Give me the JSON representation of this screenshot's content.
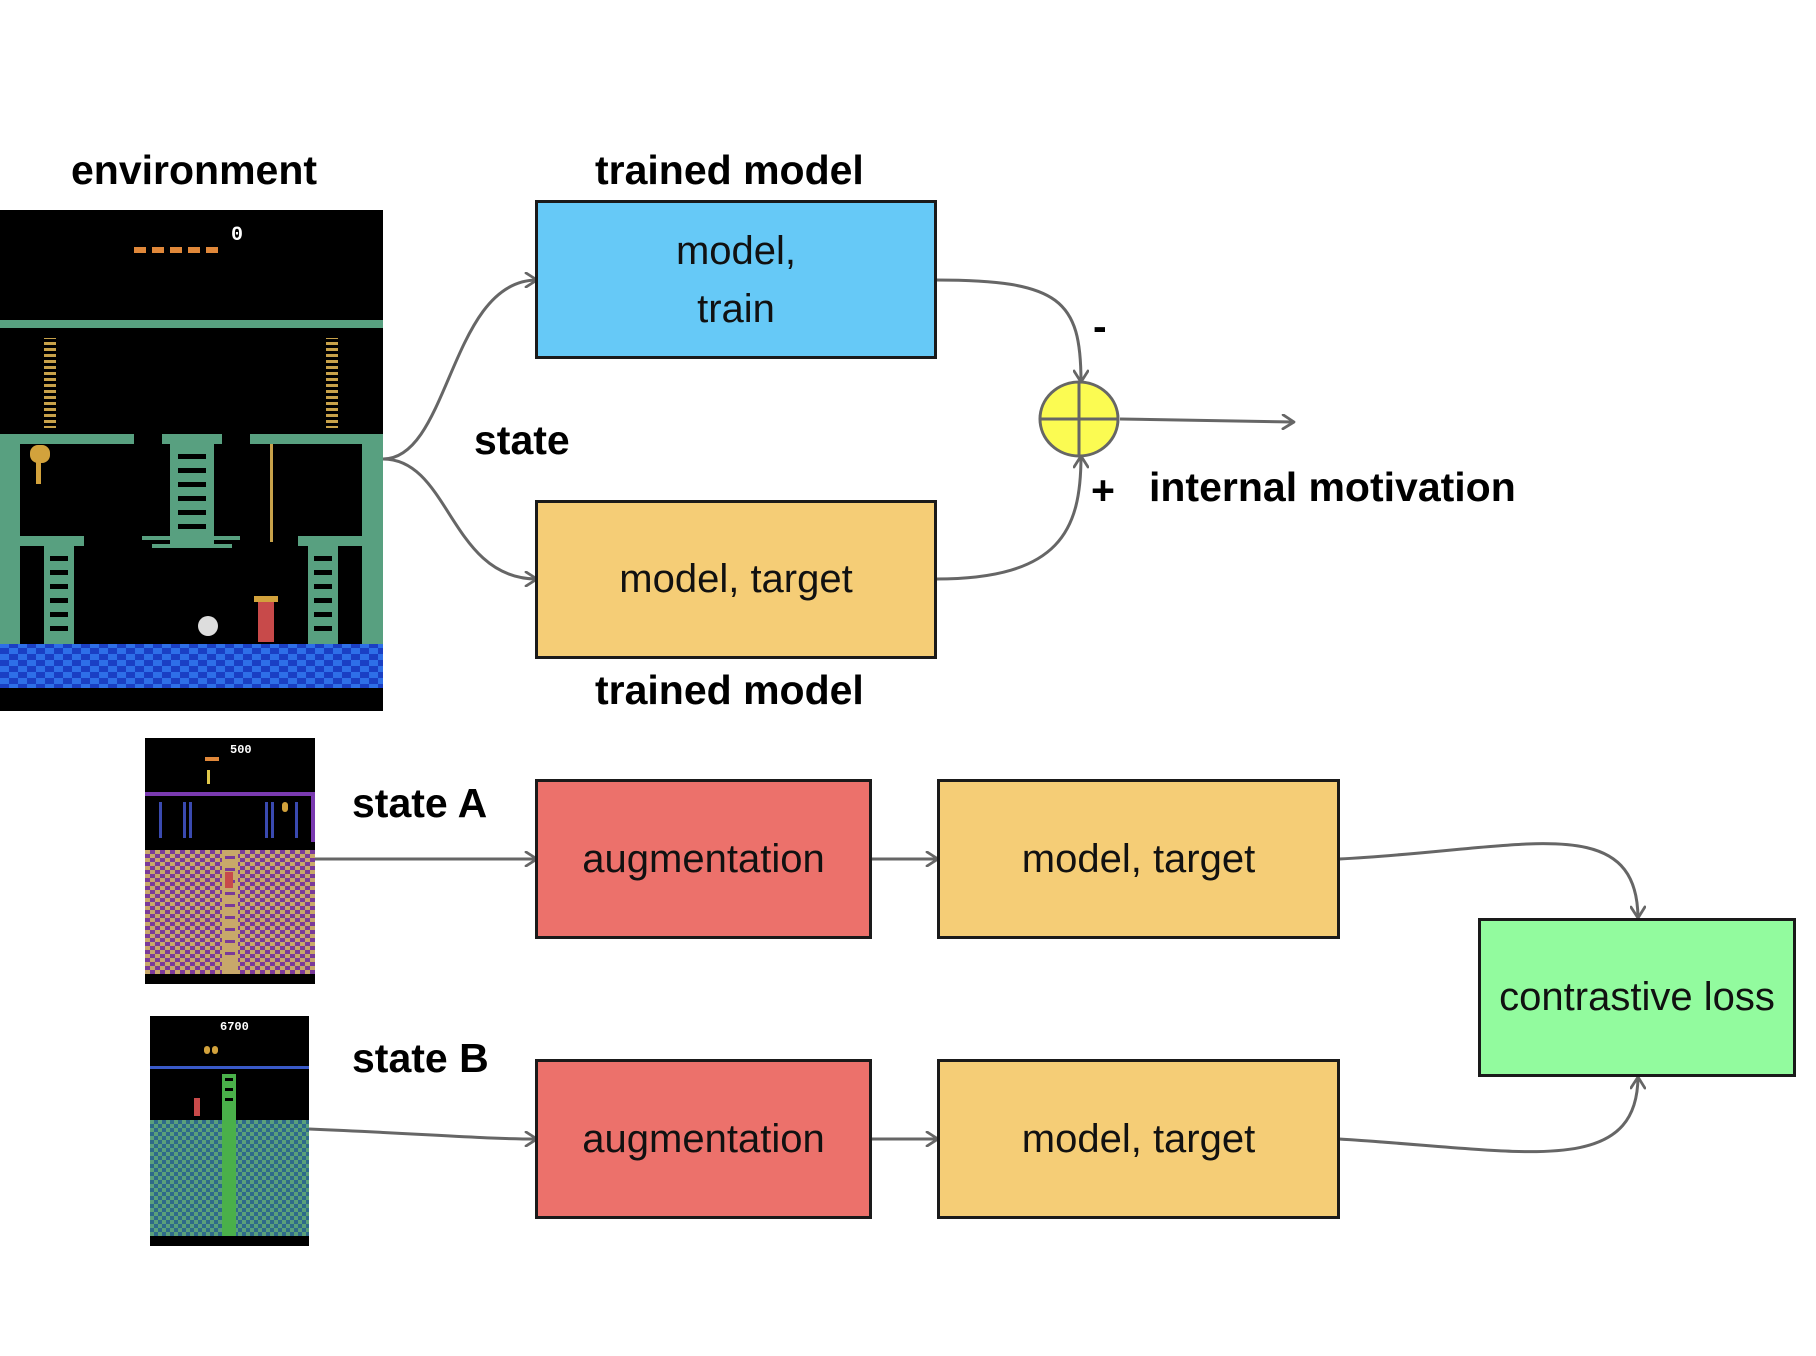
{
  "colors": {
    "train": "#66c9f7",
    "target": "#f5cd76",
    "augmentation": "#ec716b",
    "loss": "#92fb9e",
    "sum_node": "#fbfb52",
    "arrow": "#666666"
  },
  "top": {
    "environment_label": "environment",
    "state_label": "state",
    "train_box": {
      "heading": "trained model",
      "line1": "model,",
      "line2": "train"
    },
    "target_box": {
      "heading": "trained model",
      "text": "model, target"
    },
    "minus_sign": "-",
    "plus_sign": "+",
    "output_label": "internal motivation",
    "main_screen_score": "0"
  },
  "bottom": {
    "state_a_label": "state A",
    "state_b_label": "state B",
    "state_a_score": "500",
    "state_b_score": "6700",
    "aug_a": "augmentation",
    "aug_b": "augmentation",
    "target_a": "model, target",
    "target_b": "model, target",
    "loss": "contrastive loss"
  },
  "icons": [
    "sum-node-icon",
    "arrow-icon",
    "game-screenshot-icon"
  ]
}
